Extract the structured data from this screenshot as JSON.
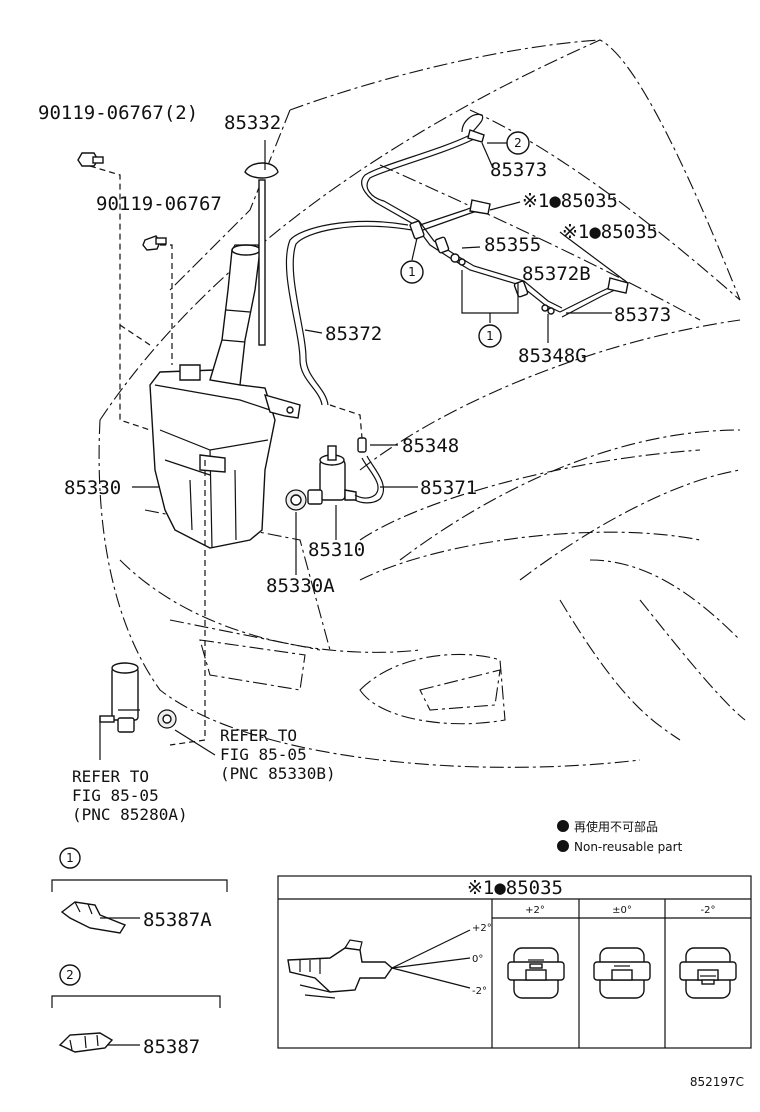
{
  "part_labels": {
    "bolt_with_qty": "90119-06767(2)",
    "bolt": "90119-06767",
    "cap": "85332",
    "hose_upper_1": "85373",
    "nozzle_1": "※1●85035",
    "nozzle_2": "※1●85035",
    "joint_upper": "85355",
    "hose_branch": "85372B",
    "hose_upper_2": "85373",
    "check_valve_upper": "85348G",
    "hose_main": "85372",
    "check_valve": "85348",
    "hose_short": "85371",
    "tank": "85330",
    "pump": "85310",
    "grommet": "85330A",
    "clip_a": "85387A",
    "clip": "85387"
  },
  "callouts": {
    "one_upper": "1",
    "one_lower": "1",
    "two_upper": "2",
    "section_one": "1",
    "section_two": "2"
  },
  "references": {
    "right": [
      "REFER TO",
      "FIG 85-05",
      "(PNC 85330B)"
    ],
    "left": [
      "REFER TO",
      "FIG 85-05",
      "(PNC 85280A)"
    ]
  },
  "legend": {
    "line_jp": "再使用不可部品",
    "line_en": "Non-reusable part"
  },
  "inset": {
    "title": "※1●85035",
    "angles": [
      "+2°",
      "0°",
      "-2°"
    ],
    "columns": [
      "+2°",
      "±0°",
      "-2°"
    ]
  },
  "diagram_code": "852197C"
}
